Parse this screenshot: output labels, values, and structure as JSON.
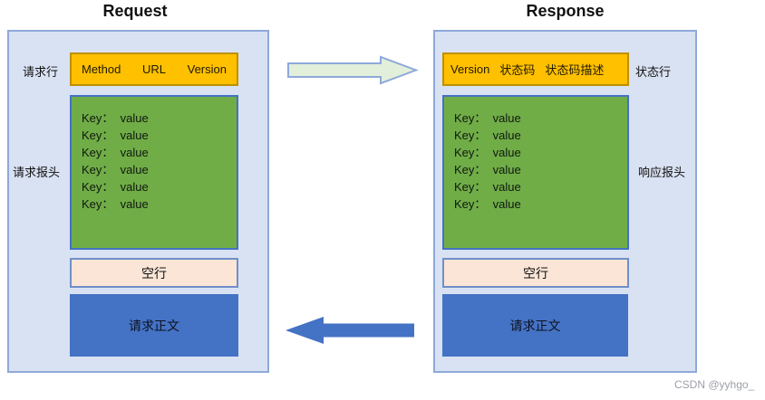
{
  "diagram": {
    "request": {
      "title": "Request",
      "line_label": "请求行",
      "line_parts": [
        "Method",
        "URL",
        "Version"
      ],
      "headers_label": "请求报头",
      "header_lines": [
        "Key：  value",
        "Key：  value",
        "Key：  value",
        "Key：  value",
        "Key：  value",
        "Key：  value"
      ],
      "blank_line_label": "空行",
      "body_label": "请求正文"
    },
    "response": {
      "title": "Response",
      "line_label": "状态行",
      "line_parts": [
        "Version",
        "状态码",
        "状态码描述"
      ],
      "headers_label": "响应报头",
      "header_lines": [
        "Key：  value",
        "Key：  value",
        "Key：  value",
        "Key：  value",
        "Key：  value",
        "Key：  value"
      ],
      "blank_line_label": "空行",
      "body_label": "请求正文"
    },
    "watermark": "CSDN @yyhgo_",
    "colors": {
      "container_fill": "#d9e2f3",
      "container_border": "#8ea9db",
      "line_box_fill": "#ffc000",
      "line_box_border": "#bf8f00",
      "headers_box_fill": "#70ad47",
      "headers_box_border": "#4472c4",
      "blank_box_fill": "#fbe5d6",
      "blank_box_border": "#6f8fc9",
      "body_box_fill": "#4472c4",
      "forward_arrow_fill": "#e2efda",
      "forward_arrow_border": "#8ea9db",
      "back_arrow_fill": "#4472c4"
    }
  }
}
